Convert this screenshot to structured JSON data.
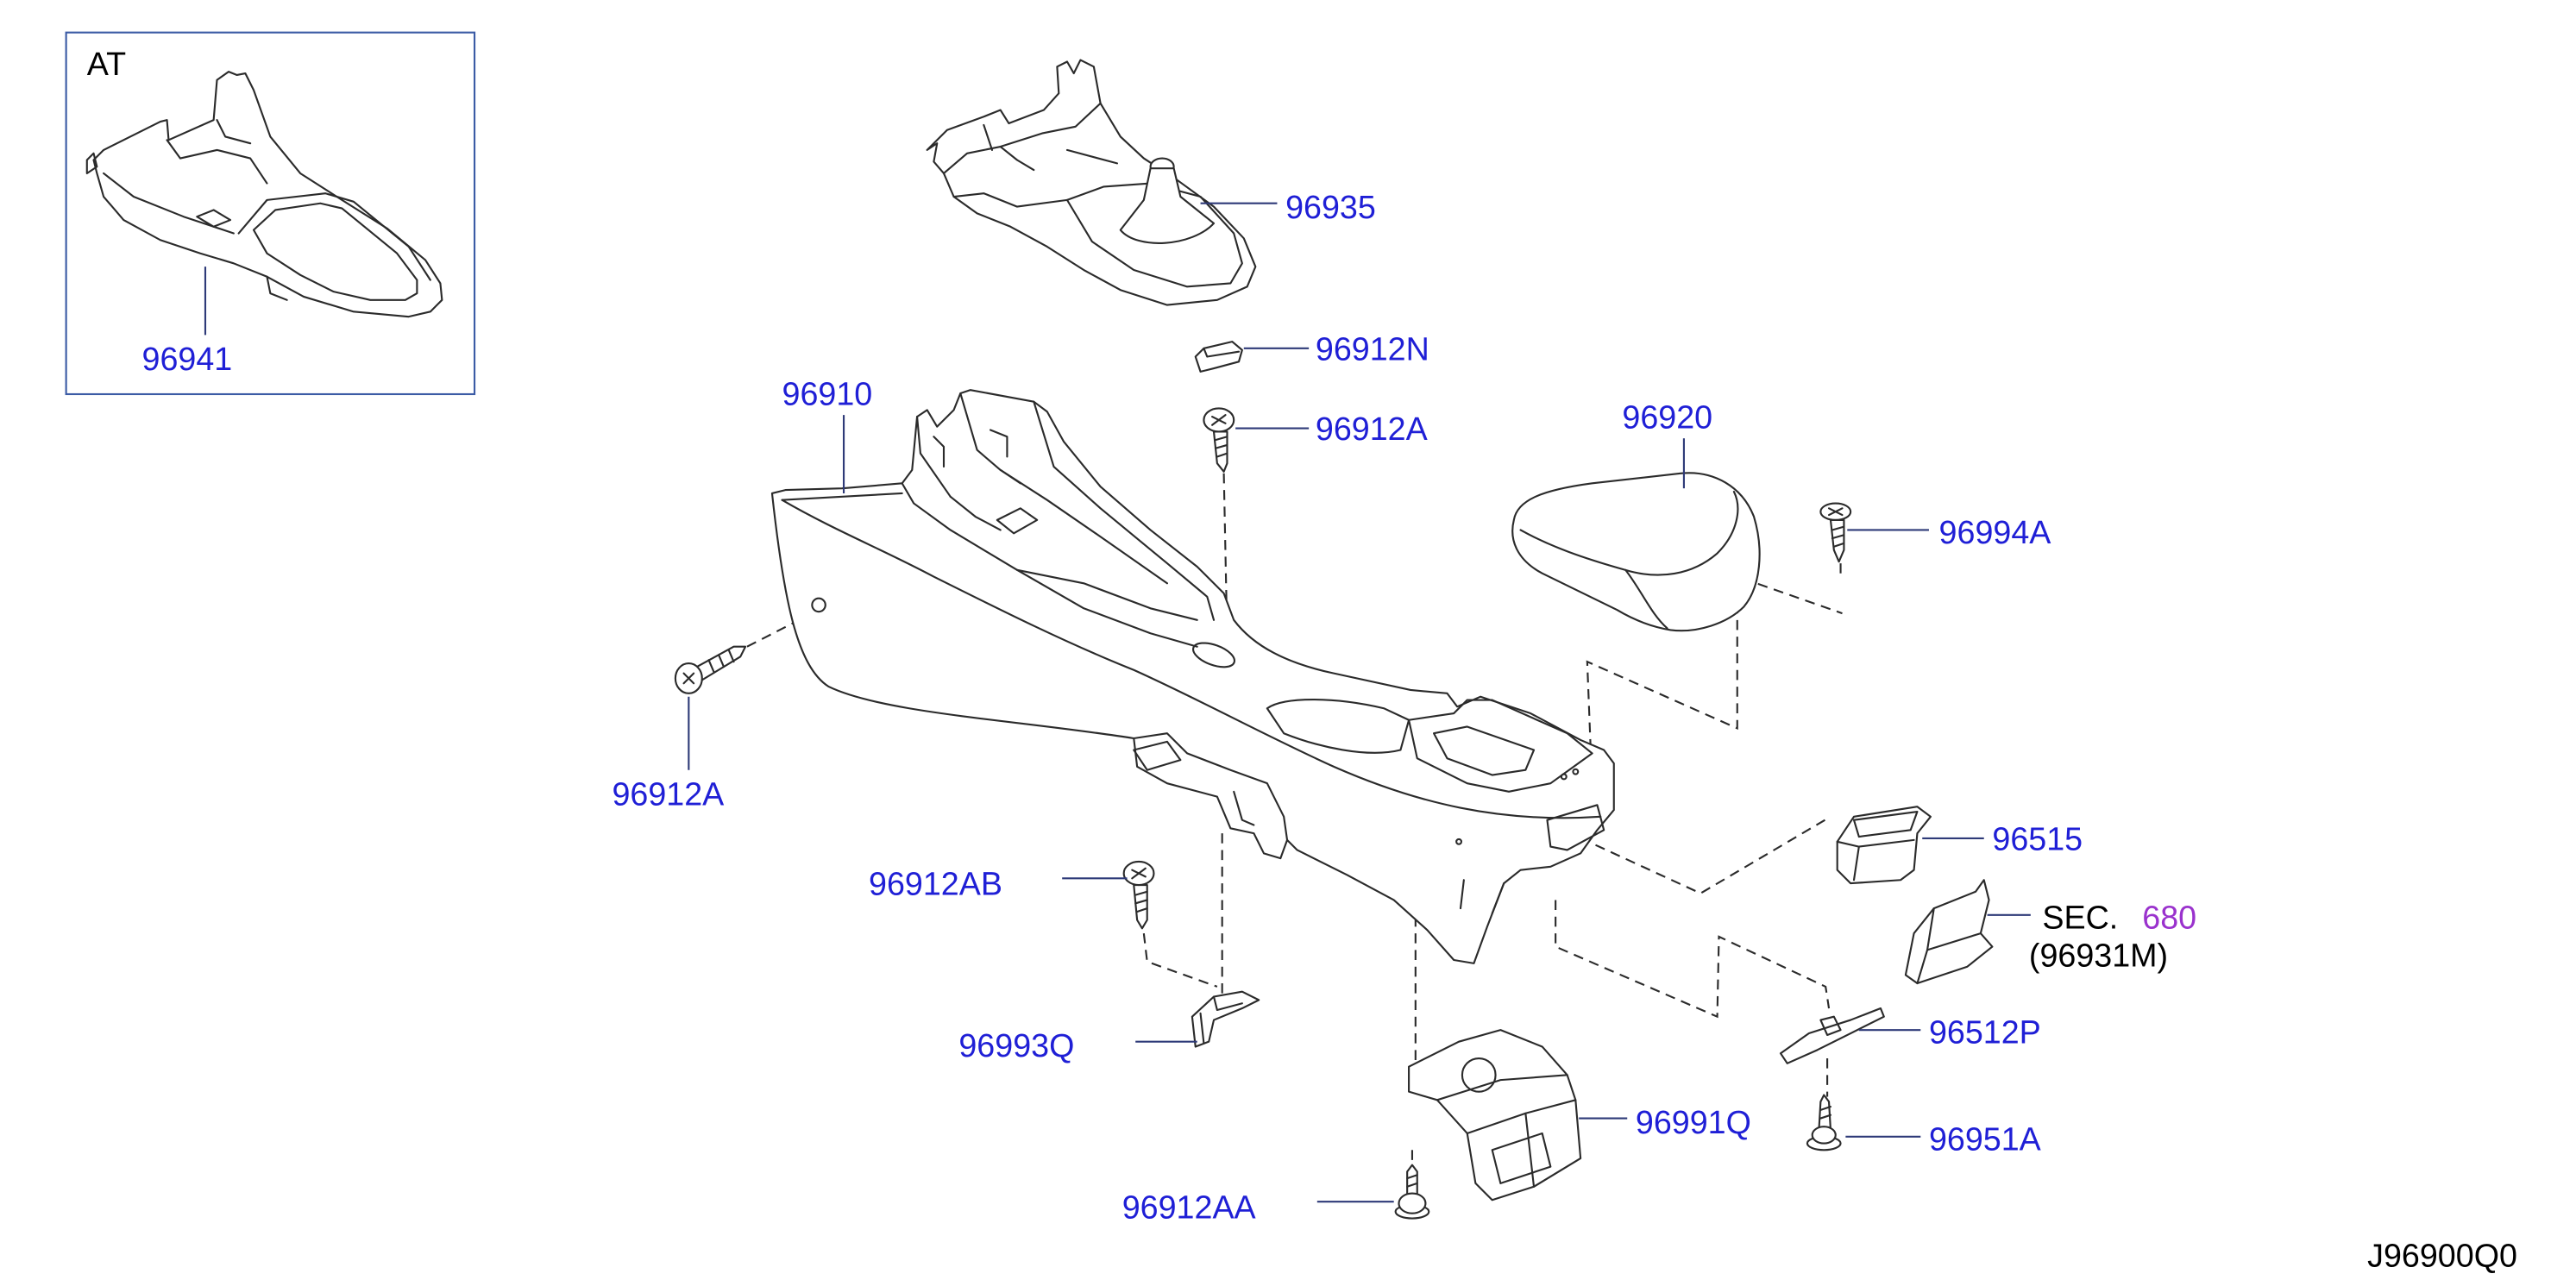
{
  "diagram": {
    "inset_label": "AT",
    "code": "J96900Q0",
    "callouts": [
      "96941",
      "96935",
      "96912N",
      "96912A",
      "96910",
      "96920",
      "96994A",
      "96912A",
      "96515",
      "96912AB",
      "96993Q",
      "96512P",
      "96991Q",
      "96951A",
      "96912AA"
    ],
    "section_ref": {
      "prefix": "SEC.",
      "number": "680",
      "part": "(96931M)"
    }
  },
  "colors": {
    "callout_text": "#1f1fd6",
    "section_number": "#9a32cd",
    "inset_border": "#3b5ba5",
    "line_art": "#2b2b2b",
    "background": "#ffffff"
  }
}
